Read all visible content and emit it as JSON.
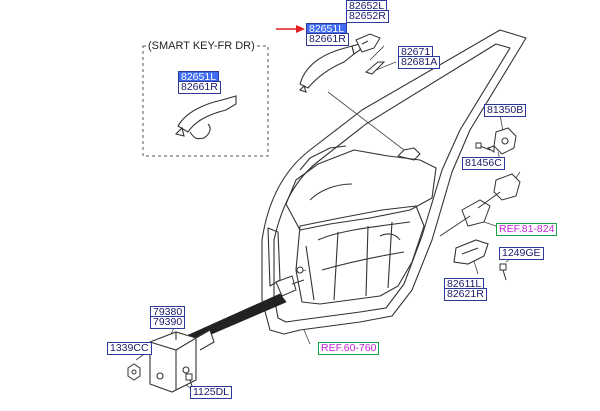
{
  "callout": {
    "smart_key": "(SMART KEY-FR DR)"
  },
  "labels": {
    "l82652L": "82652L",
    "l82652R": "82652R",
    "l82651L_top": "82651L",
    "l82661R_top": "82661R",
    "l82671": "82671",
    "l82681A": "82681A",
    "l82651L_box": "82651L",
    "l82661R_box": "82661R",
    "l81350B": "81350B",
    "l81456C": "81456C",
    "ref81824": "REF.81-824",
    "l1249GE": "1249GE",
    "l82611L": "82611L",
    "l82621R": "82621R",
    "l79380": "79380",
    "l79390": "79390",
    "l1339CC": "1339CC",
    "ref60760": "REF.60-760",
    "l1125DL": "1125DL"
  },
  "colors": {
    "label_border": "#2b3a9a",
    "label_text": "#1a1a6a",
    "highlight": "#3f6cf2",
    "ref_border": "#16a34a",
    "ref_text": "#c026d3",
    "arrow": "#e11d1d",
    "line_art": "#333333"
  }
}
